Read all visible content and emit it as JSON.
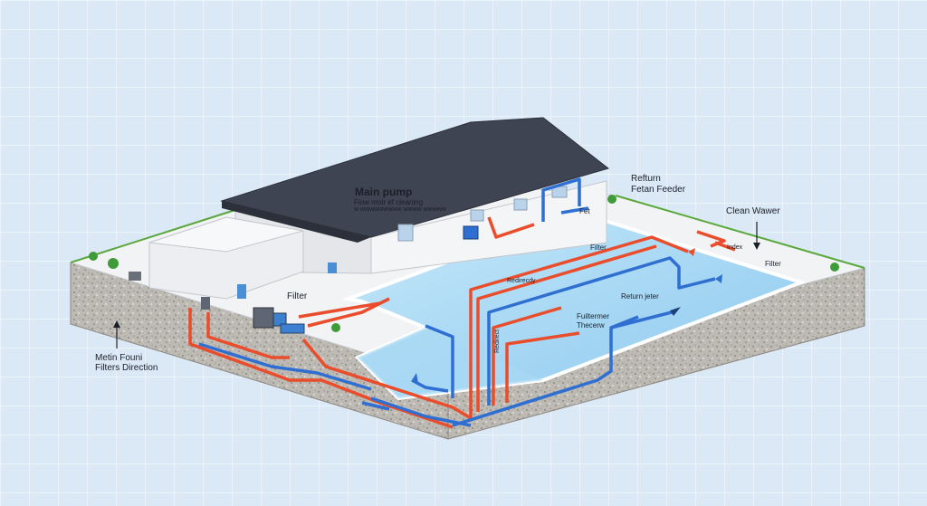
{
  "colors": {
    "background": "#dbe9f6",
    "grid": "#f4f9fe",
    "water": "#9fd3f0",
    "water_light": "#cbe9fa",
    "deck": "#f1f3f5",
    "roof": "#3f4452",
    "wall": "#f4f5f7",
    "hot_pipe": "#ea4d2b",
    "cold_pipe": "#2f6fd1",
    "grass_edge": "#5aa83c",
    "gravel": "#b9b6b0"
  },
  "labels": {
    "main_pump_title": "Main pump",
    "main_pump_sub1": "Fiow motr ef cleaning",
    "main_pump_sub2": "w  wwwwwwwww wwww wwwww",
    "return_title": "Refturn",
    "return_sub": "Fetan Feeder",
    "clean_water": "Clean Wawer",
    "filter_left": "Filter",
    "filter_right": "Filter",
    "index": "Index",
    "filter_pool": "Filter",
    "return_jetter": "Return jeter",
    "redirect": "Redirecdy",
    "skimmer_1": "Fuiltermer",
    "skimmer_2": "Thecerw",
    "vertical_text": "Redirect",
    "left_title_1": "Metin Founi",
    "left_title_2": "Filters Direction",
    "inlet": "Fet"
  },
  "icons": [
    "pump-icon",
    "filter-tank-icon",
    "plant-icon",
    "skimmer-icon",
    "arrow-up-icon",
    "arrow-down-icon"
  ]
}
